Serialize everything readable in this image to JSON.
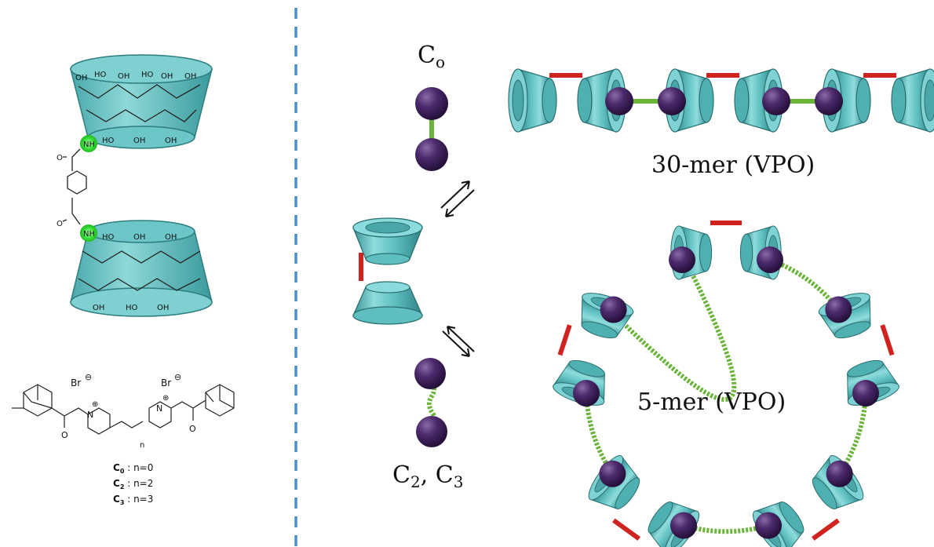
{
  "colors": {
    "cyclodextrin": "#5fbfc0",
    "cyclodextrin_dark": "#3f9ea0",
    "ball": "#4b2a6b",
    "green_link": "#6ab43a",
    "red_link": "#d0221f",
    "divider": "#4a8fd0",
    "nh_highlight": "#39e03a"
  },
  "molecule": {
    "atom_labels": [
      "OH",
      "HO",
      "OH",
      "HO",
      "OH",
      "OH",
      "HO",
      "OH",
      "OH",
      "HO",
      "OH",
      "OH",
      "OH",
      "HO",
      "OH"
    ],
    "nh_label": "NH",
    "guest": {
      "counterion_1": "Br",
      "counterion_2": "Br",
      "charge": "⊕",
      "anion_charge": "⊖",
      "n_label": "n",
      "n_plus": "N",
      "oxygen": "O"
    }
  },
  "guest_legend": [
    {
      "name": "C",
      "sub": "0",
      "rest": " : n=0"
    },
    {
      "name": "C",
      "sub": "2",
      "rest": " : n=2"
    },
    {
      "name": "C",
      "sub": "3",
      "rest": " : n=3"
    }
  ],
  "labels": {
    "c0_main": "C",
    "c0_sub": "o",
    "c23_a": "C",
    "c23_a_sub": "2",
    "c23_sep": ", ",
    "c23_b": "C",
    "c23_b_sub": "3",
    "linear": "30-mer (VPO)",
    "cyclic": "5-mer (VPO)"
  },
  "icons": [
    "equilibrium-arrows-icon",
    "equilibrium-arrows-icon"
  ]
}
